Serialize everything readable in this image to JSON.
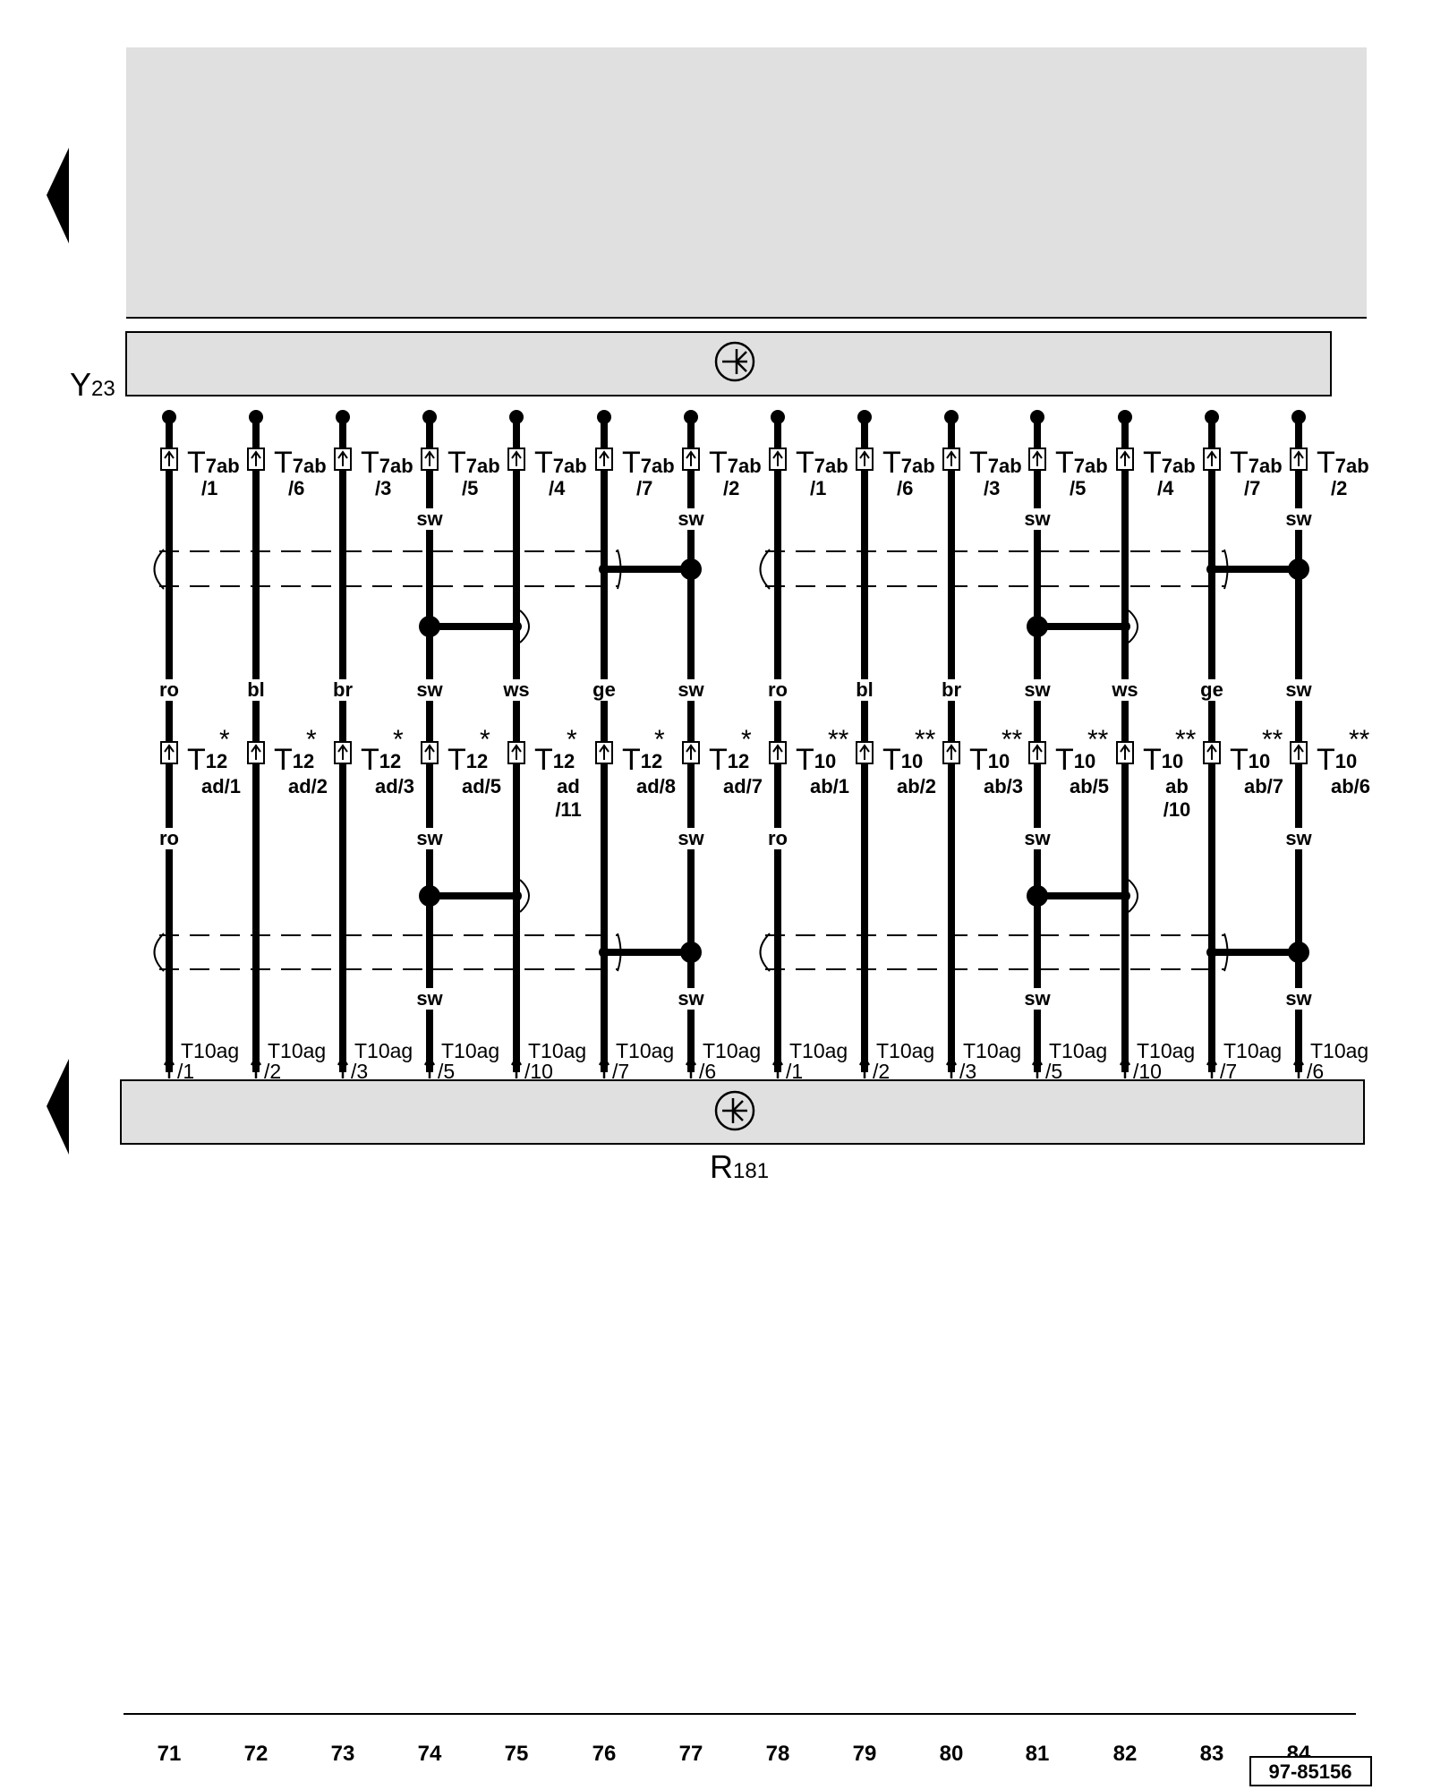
{
  "component_top": {
    "letter": "Y",
    "number": "23"
  },
  "component_bottom": {
    "letter": "R",
    "number": "181"
  },
  "top_connectors": [
    {
      "prefix": "T",
      "sub": "7ab",
      "pin": "/1"
    },
    {
      "prefix": "T",
      "sub": "7ab",
      "pin": "/6"
    },
    {
      "prefix": "T",
      "sub": "7ab",
      "pin": "/3"
    },
    {
      "prefix": "T",
      "sub": "7ab",
      "pin": "/5"
    },
    {
      "prefix": "T",
      "sub": "7ab",
      "pin": "/4"
    },
    {
      "prefix": "T",
      "sub": "7ab",
      "pin": "/7"
    },
    {
      "prefix": "T",
      "sub": "7ab",
      "pin": "/2"
    },
    {
      "prefix": "T",
      "sub": "7ab",
      "pin": "/1"
    },
    {
      "prefix": "T",
      "sub": "7ab",
      "pin": "/6"
    },
    {
      "prefix": "T",
      "sub": "7ab",
      "pin": "/3"
    },
    {
      "prefix": "T",
      "sub": "7ab",
      "pin": "/5"
    },
    {
      "prefix": "T",
      "sub": "7ab",
      "pin": "/4"
    },
    {
      "prefix": "T",
      "sub": "7ab",
      "pin": "/7"
    },
    {
      "prefix": "T",
      "sub": "7ab",
      "pin": "/2"
    }
  ],
  "top_wire_labels": [
    "",
    "",
    "",
    "sw",
    "",
    "",
    "sw",
    "",
    "",
    "",
    "sw",
    "",
    "",
    "sw"
  ],
  "mid_wire_labels": [
    "ro",
    "bl",
    "br",
    "sw",
    "ws",
    "ge",
    "sw",
    "ro",
    "bl",
    "br",
    "sw",
    "ws",
    "ge",
    "sw"
  ],
  "mid_connectors": [
    {
      "prefix": "T",
      "num": "12",
      "star": "*",
      "pin1": "ad/1",
      "pin2": ""
    },
    {
      "prefix": "T",
      "num": "12",
      "star": "*",
      "pin1": "ad/2",
      "pin2": ""
    },
    {
      "prefix": "T",
      "num": "12",
      "star": "*",
      "pin1": "ad/3",
      "pin2": ""
    },
    {
      "prefix": "T",
      "num": "12",
      "star": "*",
      "pin1": "ad/5",
      "pin2": ""
    },
    {
      "prefix": "T",
      "num": "12",
      "star": "*",
      "pin1": "ad",
      "pin2": "/11"
    },
    {
      "prefix": "T",
      "num": "12",
      "star": "*",
      "pin1": "ad/8",
      "pin2": ""
    },
    {
      "prefix": "T",
      "num": "12",
      "star": "*",
      "pin1": "ad/7",
      "pin2": ""
    },
    {
      "prefix": "T",
      "num": "10",
      "star": "**",
      "pin1": "ab/1",
      "pin2": ""
    },
    {
      "prefix": "T",
      "num": "10",
      "star": "**",
      "pin1": "ab/2",
      "pin2": ""
    },
    {
      "prefix": "T",
      "num": "10",
      "star": "**",
      "pin1": "ab/3",
      "pin2": ""
    },
    {
      "prefix": "T",
      "num": "10",
      "star": "**",
      "pin1": "ab/5",
      "pin2": ""
    },
    {
      "prefix": "T",
      "num": "10",
      "star": "**",
      "pin1": "ab",
      "pin2": "/10"
    },
    {
      "prefix": "T",
      "num": "10",
      "star": "**",
      "pin1": "ab/7",
      "pin2": ""
    },
    {
      "prefix": "T",
      "num": "10",
      "star": "**",
      "pin1": "ab/6",
      "pin2": ""
    }
  ],
  "lower_wire_labels": [
    "ro",
    "",
    "",
    "sw",
    "",
    "",
    "sw",
    "ro",
    "",
    "",
    "sw",
    "",
    "",
    "sw"
  ],
  "bottom_wire_labels": [
    "",
    "",
    "",
    "sw",
    "",
    "",
    "sw",
    "",
    "",
    "",
    "sw",
    "",
    "",
    "sw"
  ],
  "bottom_connectors": [
    {
      "name": "T10ag",
      "pin": "/1"
    },
    {
      "name": "T10ag",
      "pin": "/2"
    },
    {
      "name": "T10ag",
      "pin": "/3"
    },
    {
      "name": "T10ag",
      "pin": "/5"
    },
    {
      "name": "T10ag",
      "pin": "/10"
    },
    {
      "name": "T10ag",
      "pin": "/7"
    },
    {
      "name": "T10ag",
      "pin": "/6"
    },
    {
      "name": "T10ag",
      "pin": "/1"
    },
    {
      "name": "T10ag",
      "pin": "/2"
    },
    {
      "name": "T10ag",
      "pin": "/3"
    },
    {
      "name": "T10ag",
      "pin": "/5"
    },
    {
      "name": "T10ag",
      "pin": "/10"
    },
    {
      "name": "T10ag",
      "pin": "/7"
    },
    {
      "name": "T10ag",
      "pin": "/6"
    }
  ],
  "column_numbers": [
    "71",
    "72",
    "73",
    "74",
    "75",
    "76",
    "77",
    "78",
    "79",
    "80",
    "81",
    "82",
    "83",
    "84"
  ],
  "reference_code": "97-85156"
}
